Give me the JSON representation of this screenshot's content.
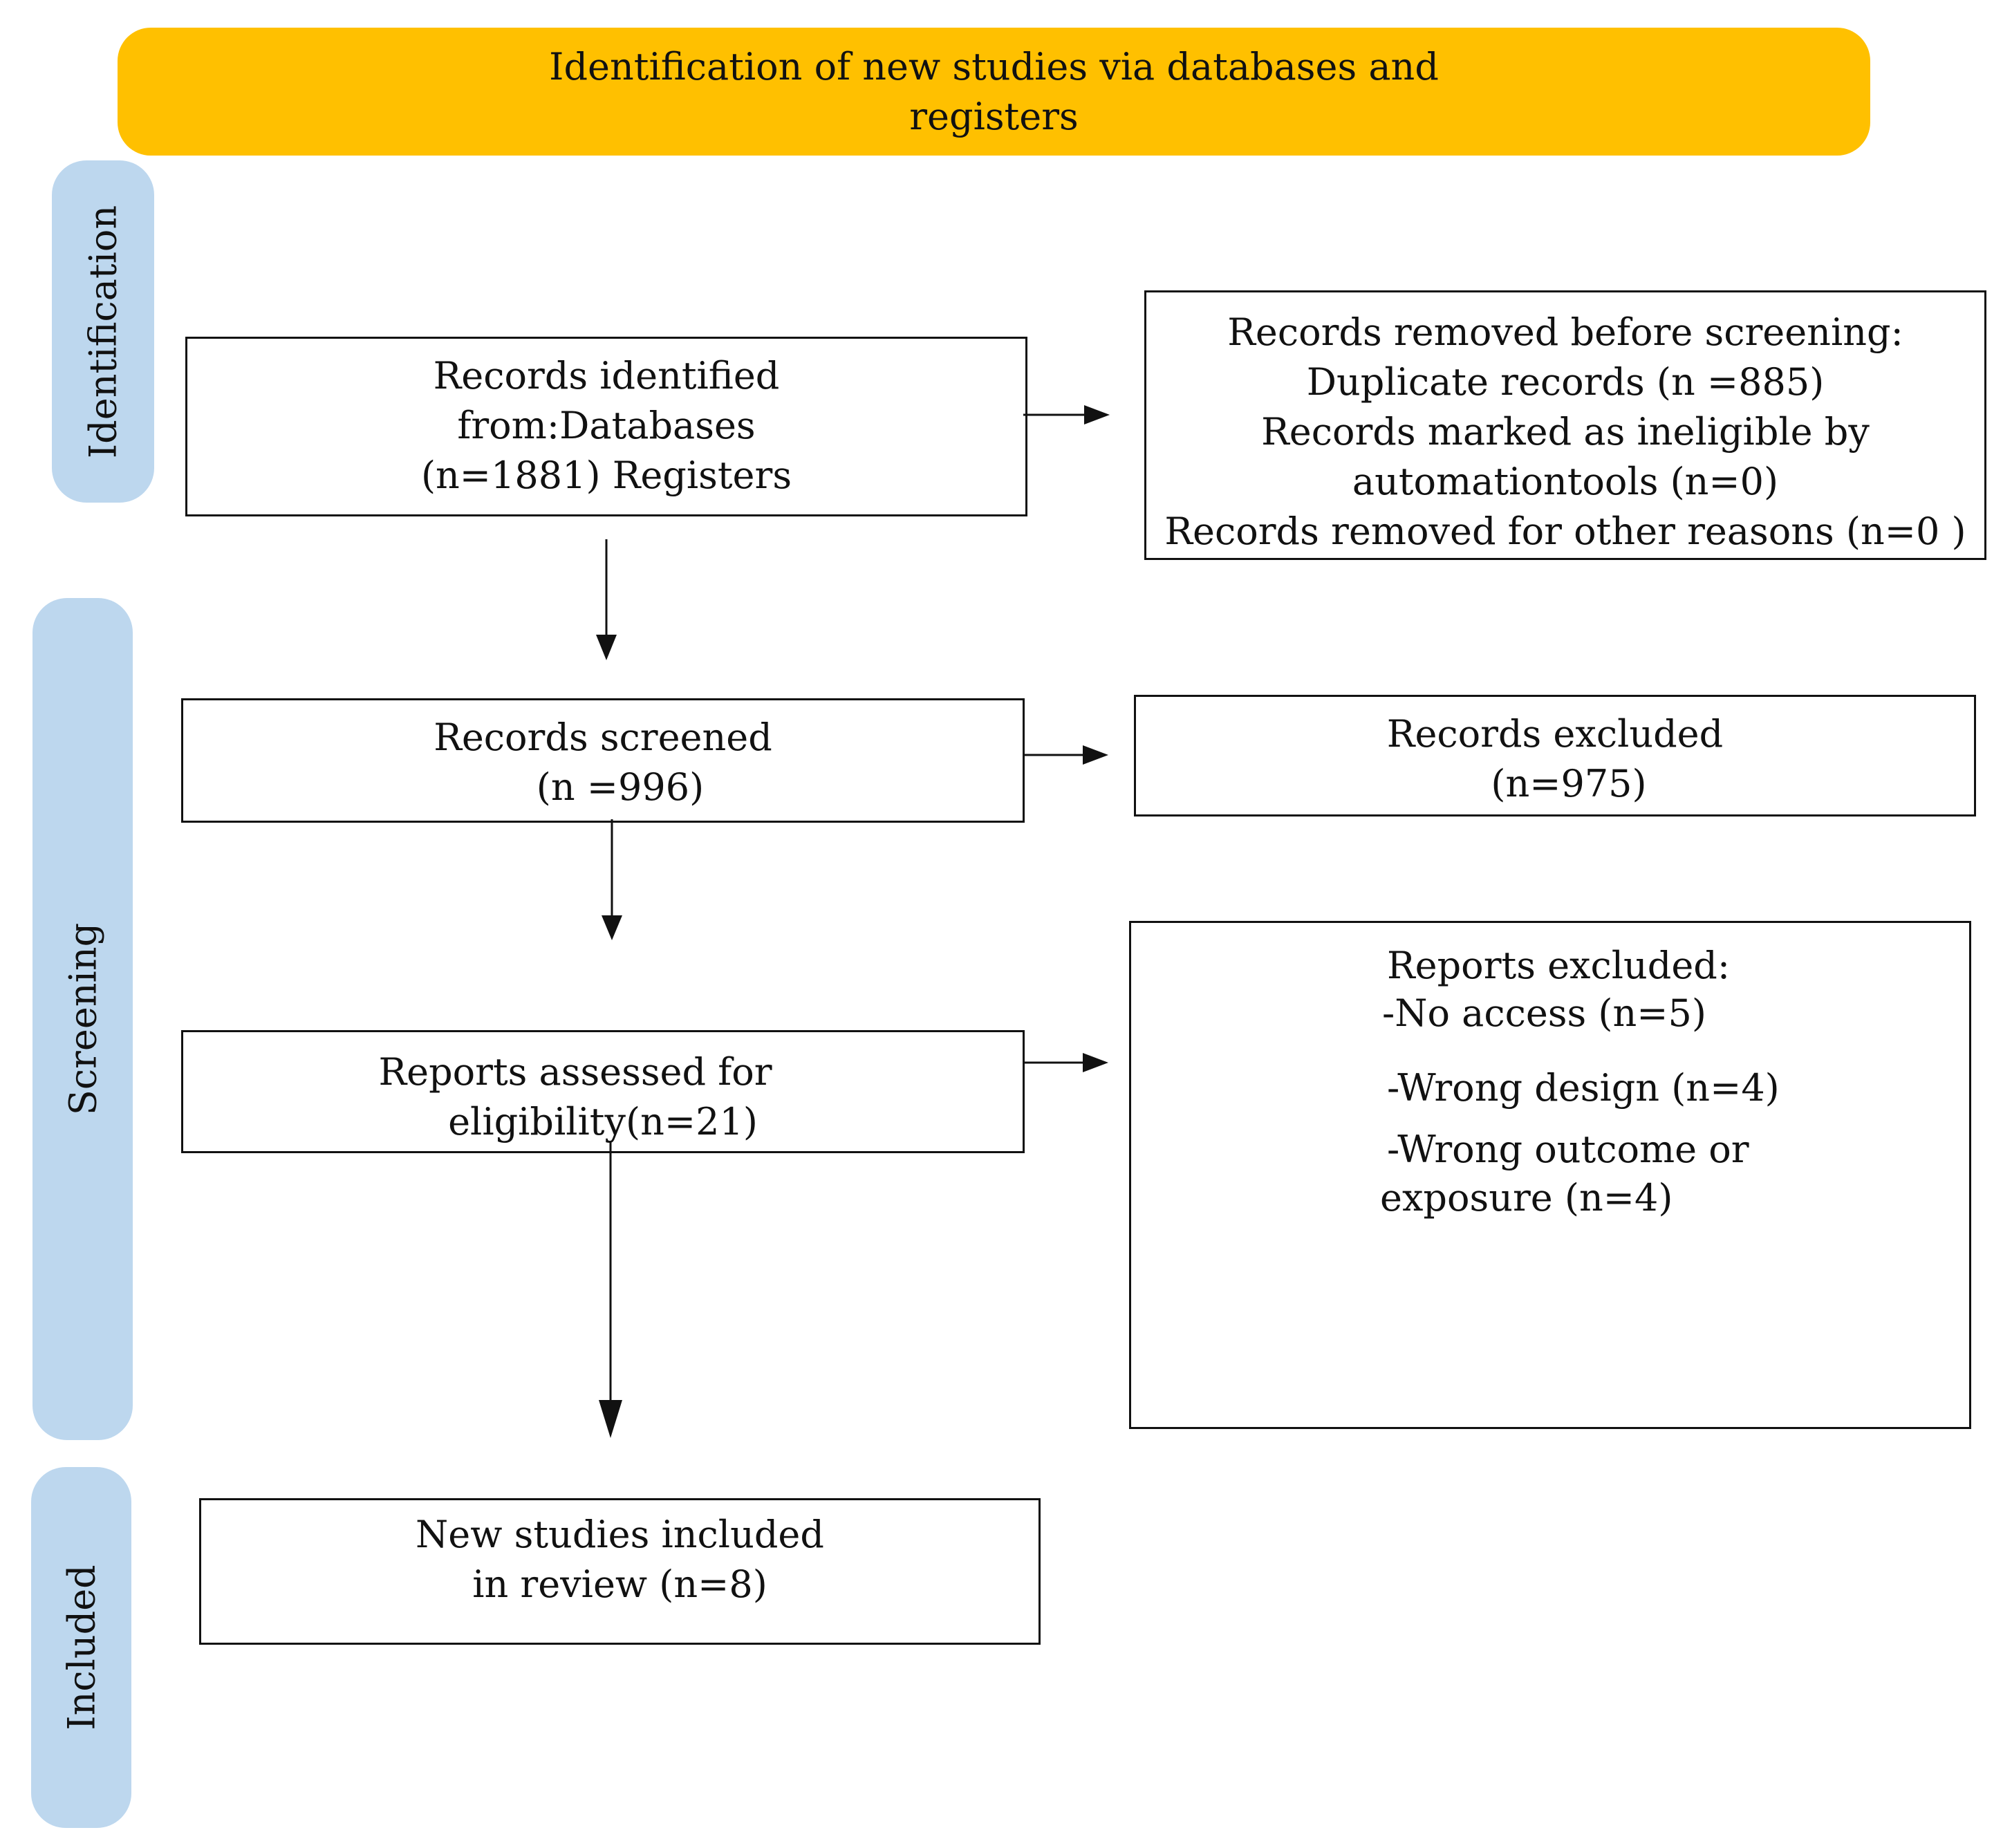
{
  "banner": {
    "line1": "Identification of new studies via databases and",
    "line2": "registers"
  },
  "phases": {
    "identification": "Identification",
    "screening": "Screening",
    "included": "Included"
  },
  "records_identified": {
    "line1": "Records identified",
    "line2": "from:Databases",
    "line3": "(n=1881) Registers"
  },
  "records_removed": {
    "line1": "Records removed before screening:",
    "line2": "Duplicate records (n =885)",
    "line3": "Records marked as ineligible by",
    "line4": "automationtools (n=0)",
    "line5": "Records removed for other reasons (n=0 )"
  },
  "records_screened": {
    "line1": "Records screened",
    "line2": "(n =996)"
  },
  "records_excluded": {
    "line1": "Records excluded",
    "line2": "(n=975)"
  },
  "reports_assessed": {
    "line1": "Reports assessed for",
    "line2": "eligibility(n=21)"
  },
  "reports_excluded": {
    "title": "Reports excluded:",
    "item1": "-No access  (n=5)",
    "item2": "-Wrong design (n=4)",
    "item3_line1": "-Wrong outcome or",
    "item3_line2": "exposure (n=4)"
  },
  "included_studies": {
    "line1": "New studies included",
    "line2": "in review (n=8)"
  }
}
